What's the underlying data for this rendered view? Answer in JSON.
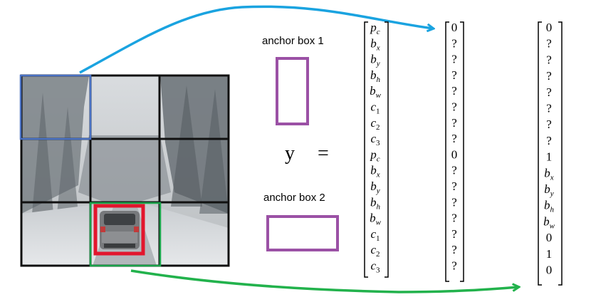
{
  "labels": {
    "anchor_box_1": "anchor box 1",
    "anchor_box_2": "anchor box 2",
    "y_symbol": "y",
    "equals": "="
  },
  "colors": {
    "grid_line": "#111111",
    "blue_cell": "#4a72c4",
    "green_cell": "#1aa34a",
    "red_box": "#e3162d",
    "purple_anchor": "#9b51a5",
    "blue_arrow": "#1aa3e0",
    "green_arrow": "#22b24c"
  },
  "vector_template": [
    {
      "base": "p",
      "sub": "c"
    },
    {
      "base": "b",
      "sub": "x"
    },
    {
      "base": "b",
      "sub": "y"
    },
    {
      "base": "b",
      "sub": "h"
    },
    {
      "base": "b",
      "sub": "w"
    },
    {
      "base": "c",
      "sub": "1"
    },
    {
      "base": "c",
      "sub": "2"
    },
    {
      "base": "c",
      "sub": "3"
    },
    {
      "base": "p",
      "sub": "c"
    },
    {
      "base": "b",
      "sub": "x"
    },
    {
      "base": "b",
      "sub": "y"
    },
    {
      "base": "b",
      "sub": "h"
    },
    {
      "base": "b",
      "sub": "w"
    },
    {
      "base": "c",
      "sub": "1"
    },
    {
      "base": "c",
      "sub": "2"
    },
    {
      "base": "c",
      "sub": "3"
    }
  ],
  "vector_blue_cell": [
    "0",
    "?",
    "?",
    "?",
    "?",
    "?",
    "?",
    "?",
    "0",
    "?",
    "?",
    "?",
    "?",
    "?",
    "?",
    "?"
  ],
  "vector_green_cell": [
    {
      "base": "0",
      "sub": ""
    },
    {
      "base": "?",
      "sub": ""
    },
    {
      "base": "?",
      "sub": ""
    },
    {
      "base": "?",
      "sub": ""
    },
    {
      "base": "?",
      "sub": ""
    },
    {
      "base": "?",
      "sub": ""
    },
    {
      "base": "?",
      "sub": ""
    },
    {
      "base": "?",
      "sub": ""
    },
    {
      "base": "1",
      "sub": ""
    },
    {
      "base": "b",
      "sub": "x"
    },
    {
      "base": "b",
      "sub": "y"
    },
    {
      "base": "b",
      "sub": "h"
    },
    {
      "base": "b",
      "sub": "w"
    },
    {
      "base": "0",
      "sub": ""
    },
    {
      "base": "1",
      "sub": ""
    },
    {
      "base": "0",
      "sub": ""
    }
  ]
}
